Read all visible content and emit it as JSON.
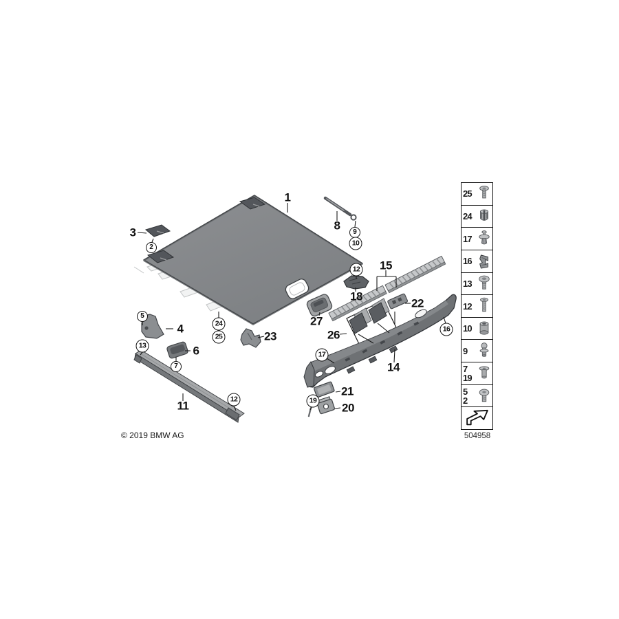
{
  "copyright": "© 2019 BMW AG",
  "diagram_code": "504958",
  "parts": {
    "p1": "1",
    "p3": "3",
    "p4": "4",
    "p6": "6",
    "p8": "8",
    "p11": "11",
    "p14": "14",
    "p15": "15",
    "p18": "18",
    "p20": "20",
    "p21": "21",
    "p22": "22",
    "p23": "23",
    "p26": "26",
    "p27": "27"
  },
  "circled": {
    "c2": "2",
    "c5": "5",
    "c7": "7",
    "c9": "9",
    "c10": "10",
    "c12a": "12",
    "c12b": "12",
    "c13": "13",
    "c16": "16",
    "c17": "17",
    "c19": "19",
    "c24": "24",
    "c25": "25"
  },
  "sidebar": {
    "rows": [
      {
        "num": "25",
        "icon": "flat-head-screw-icon"
      },
      {
        "num": "24",
        "icon": "expansion-rivet-icon"
      },
      {
        "num": "17",
        "icon": "push-rivet-icon"
      },
      {
        "num": "16",
        "icon": "clamp-clip-icon"
      },
      {
        "num": "13",
        "icon": "pan-head-screw-icon"
      },
      {
        "num": "12",
        "icon": "machine-screw-icon"
      },
      {
        "num": "10",
        "icon": "sleeve-nut-icon"
      },
      {
        "num": "9",
        "icon": "ball-pin-icon"
      },
      {
        "num": "7",
        "num2": "19",
        "icon": "blind-rivet-icon"
      },
      {
        "num": "5",
        "num2": "2",
        "icon": "round-head-screw-icon"
      },
      {
        "icon": "direction-arrow-icon"
      }
    ]
  },
  "colors": {
    "panel": "#86888b",
    "dark_cap": "#53565b",
    "trim": "#6e7174",
    "strip": "#c6c8ca",
    "line": "#1a1a1a",
    "background": "#ffffff"
  }
}
